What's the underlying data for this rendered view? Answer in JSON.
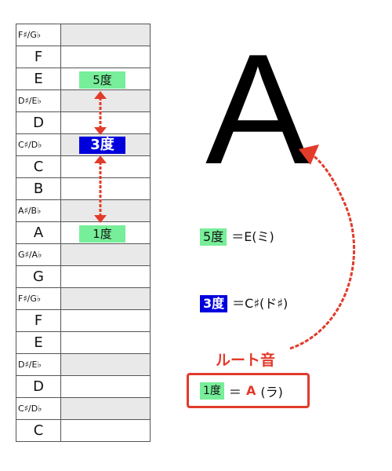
{
  "notes": [
    {
      "name": "F♯/G♭",
      "sharp": true
    },
    {
      "name": "F",
      "sharp": false
    },
    {
      "name": "E",
      "sharp": false
    },
    {
      "name": "D♯/E♭",
      "sharp": true
    },
    {
      "name": "D",
      "sharp": false
    },
    {
      "name": "C♯/D♭",
      "sharp": true
    },
    {
      "name": "C",
      "sharp": false
    },
    {
      "name": "B",
      "sharp": false
    },
    {
      "name": "A♯/B♭",
      "sharp": true
    },
    {
      "name": "A",
      "sharp": false
    },
    {
      "name": "G♯/A♭",
      "sharp": true
    },
    {
      "name": "G",
      "sharp": false
    },
    {
      "name": "F♯/G♭",
      "sharp": true
    },
    {
      "name": "F",
      "sharp": false
    },
    {
      "name": "E",
      "sharp": false
    },
    {
      "name": "D♯/E♭",
      "sharp": true
    },
    {
      "name": "D",
      "sharp": false
    },
    {
      "name": "C♯/D♭",
      "sharp": true
    },
    {
      "name": "C",
      "sharp": false
    }
  ],
  "badges": {
    "fifth": "5度",
    "third": "3度",
    "root": "1度"
  },
  "big_letter": "A",
  "legend": {
    "fifth_value": "＝E(ミ)",
    "third_value": "＝C♯(ド♯)"
  },
  "root_label": "ルート音",
  "root_box": {
    "eq": "＝",
    "note": "A",
    "reading": "(ラ)"
  },
  "colors": {
    "green": "#77ee99",
    "blue": "#0000dd",
    "red": "#e23b2a"
  }
}
